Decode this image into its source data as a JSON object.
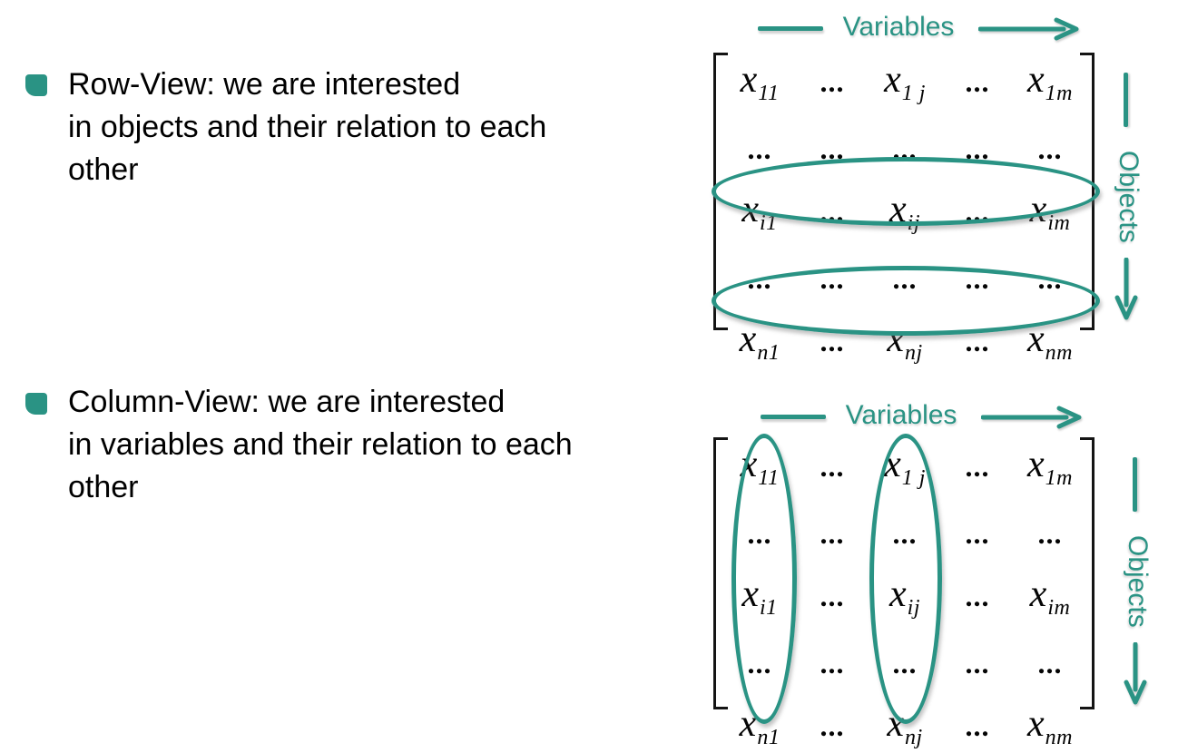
{
  "slide": {
    "background": "#ffffff",
    "accent_teal": "#2a9384",
    "text_color": "#000000"
  },
  "icons": {
    "bullet": "teal-rounded-square",
    "variables_arrow": "arrow-right",
    "objects_arrow": "arrow-down"
  },
  "bullets": [
    {
      "lines": [
        "Row-View: we are interested",
        "in objects and their relation to each",
        "other"
      ]
    },
    {
      "lines": [
        "Column-View: we are interested",
        "in variables and their relation to each",
        "other"
      ]
    }
  ],
  "diagrams": [
    {
      "id": "row-view-matrix",
      "variables_label": "Variables",
      "objects_label": "Objects",
      "highlighted": "rows (object i and object n circled)",
      "matrix_rows": [
        [
          {
            "b": "x",
            "s": "11"
          },
          {
            "b": "...",
            "s": ""
          },
          {
            "b": "x",
            "s": "1 j"
          },
          {
            "b": "...",
            "s": ""
          },
          {
            "b": "x",
            "s": "1m"
          }
        ],
        [
          {
            "b": "...",
            "s": ""
          },
          {
            "b": "...",
            "s": ""
          },
          {
            "b": "...",
            "s": ""
          },
          {
            "b": "...",
            "s": ""
          },
          {
            "b": "...",
            "s": ""
          }
        ],
        [
          {
            "b": "x",
            "s": "i1"
          },
          {
            "b": "...",
            "s": ""
          },
          {
            "b": "x",
            "s": "ij"
          },
          {
            "b": "...",
            "s": ""
          },
          {
            "b": "x",
            "s": "im"
          }
        ],
        [
          {
            "b": "...",
            "s": ""
          },
          {
            "b": "...",
            "s": ""
          },
          {
            "b": "...",
            "s": ""
          },
          {
            "b": "...",
            "s": ""
          },
          {
            "b": "...",
            "s": ""
          }
        ],
        [
          {
            "b": "x",
            "s": "n1"
          },
          {
            "b": "...",
            "s": ""
          },
          {
            "b": "x",
            "s": "nj"
          },
          {
            "b": "...",
            "s": ""
          },
          {
            "b": "x",
            "s": "nm"
          }
        ]
      ]
    },
    {
      "id": "column-view-matrix",
      "variables_label": "Variables",
      "objects_label": "Objects",
      "highlighted": "columns (variable 1 and variable j circled)",
      "matrix_rows": [
        [
          {
            "b": "x",
            "s": "11"
          },
          {
            "b": "...",
            "s": ""
          },
          {
            "b": "x",
            "s": "1 j"
          },
          {
            "b": "...",
            "s": ""
          },
          {
            "b": "x",
            "s": "1m"
          }
        ],
        [
          {
            "b": "...",
            "s": ""
          },
          {
            "b": "...",
            "s": ""
          },
          {
            "b": "...",
            "s": ""
          },
          {
            "b": "...",
            "s": ""
          },
          {
            "b": "...",
            "s": ""
          }
        ],
        [
          {
            "b": "x",
            "s": "i1"
          },
          {
            "b": "...",
            "s": ""
          },
          {
            "b": "x",
            "s": "ij"
          },
          {
            "b": "...",
            "s": ""
          },
          {
            "b": "x",
            "s": "im"
          }
        ],
        [
          {
            "b": "...",
            "s": ""
          },
          {
            "b": "...",
            "s": ""
          },
          {
            "b": "...",
            "s": ""
          },
          {
            "b": "...",
            "s": ""
          },
          {
            "b": "...",
            "s": ""
          }
        ],
        [
          {
            "b": "x",
            "s": "n1"
          },
          {
            "b": "...",
            "s": ""
          },
          {
            "b": "x",
            "s": "nj"
          },
          {
            "b": "...",
            "s": ""
          },
          {
            "b": "x",
            "s": "nm"
          }
        ]
      ]
    }
  ]
}
